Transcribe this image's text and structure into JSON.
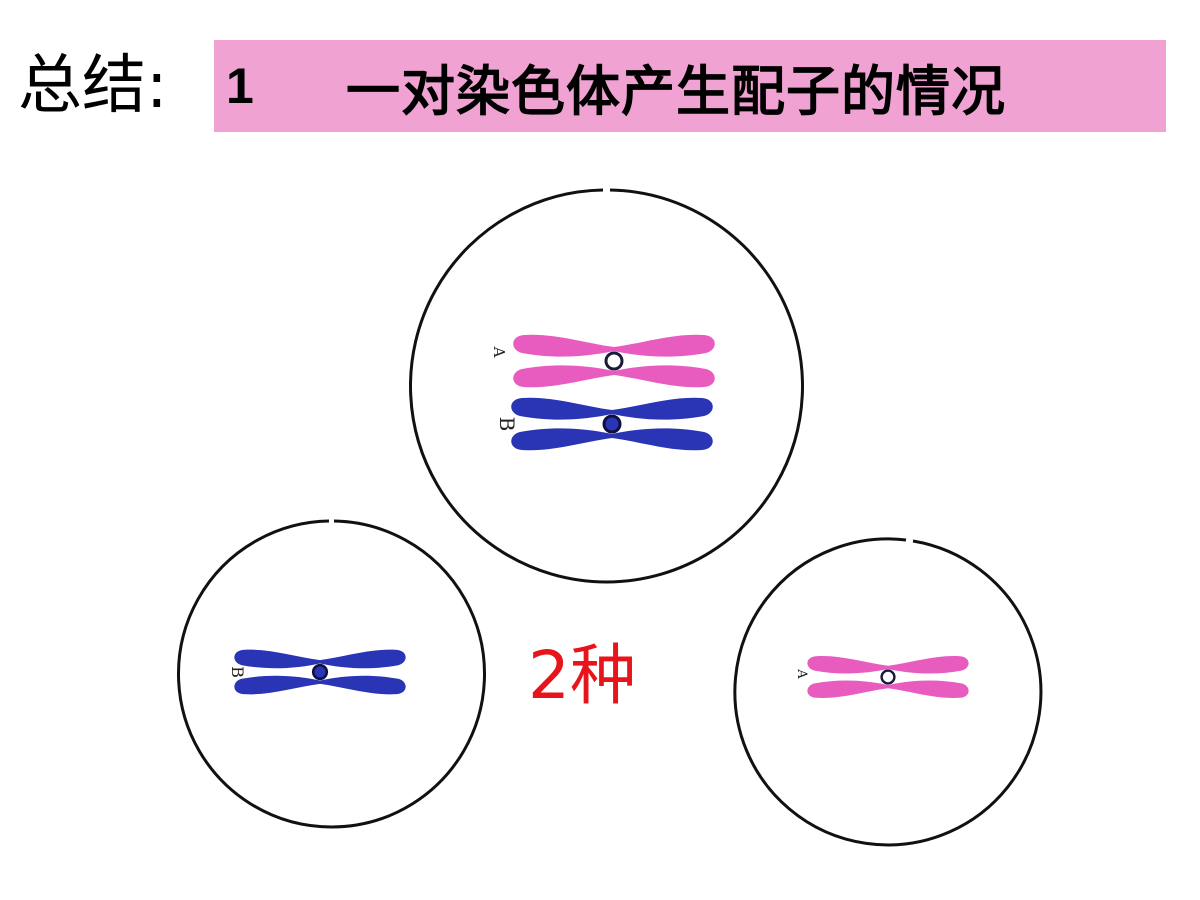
{
  "header": {
    "summary_label": "总结:",
    "number": "1",
    "title": "一对染色体产生配子的情况"
  },
  "diagram": {
    "parent_cell": {
      "chromosomes": [
        {
          "label": "A",
          "color": "#e85cc0"
        },
        {
          "label": "B",
          "color": "#2a35b5"
        }
      ]
    },
    "gamete_left": {
      "chromosomes": [
        {
          "label": "B",
          "color": "#2a35b5"
        }
      ]
    },
    "gamete_right": {
      "chromosomes": [
        {
          "label": "A",
          "color": "#e85cc0"
        }
      ]
    }
  },
  "result": {
    "count_label": "2种"
  },
  "colors": {
    "banner": "#f0a3d3",
    "count_text": "#e8141b",
    "pink_chromosome": "#e85cc0",
    "blue_chromosome": "#2a35b5",
    "cell_outline": "#111111"
  }
}
